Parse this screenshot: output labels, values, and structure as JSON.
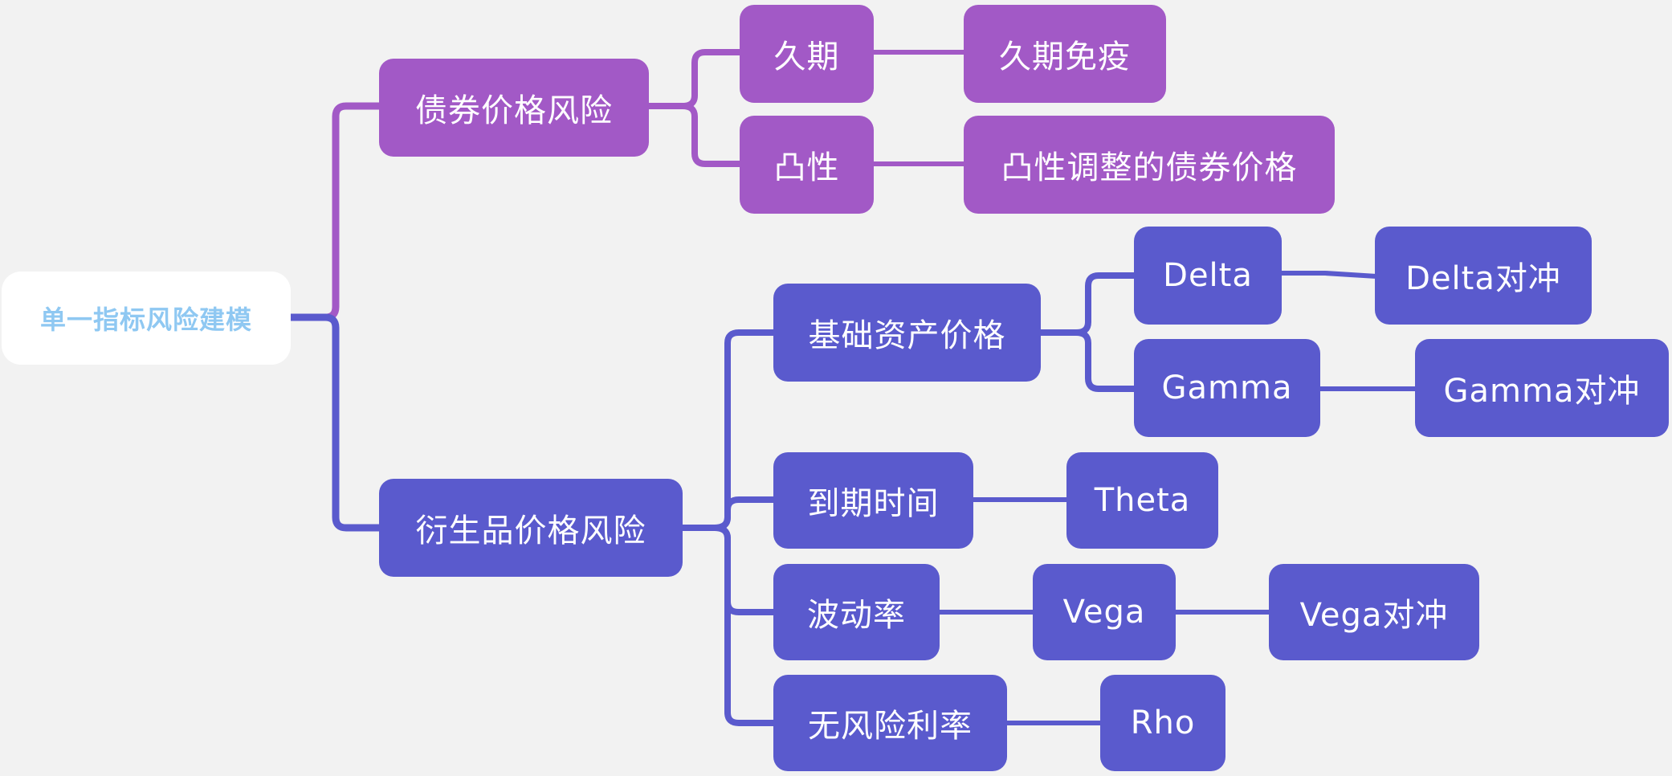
{
  "root": {
    "label": "单一指标风险建模"
  },
  "colors": {
    "background": "#f2f2f2",
    "root_fill": "#ffffff",
    "root_text": "#8fc8f2",
    "bond_branch": "#a259c6",
    "derivative_branch": "#5a5acd",
    "node_text": "#ffffff"
  },
  "bond": {
    "label": "债券价格风险",
    "children": [
      {
        "label": "久期",
        "child": "久期免疫"
      },
      {
        "label": "凸性",
        "child": "凸性调整的债券价格"
      }
    ]
  },
  "derivative": {
    "label": "衍生品价格风险",
    "underlying": {
      "label": "基础资产价格",
      "greeks": [
        {
          "label": "Delta",
          "hedge": "Delta对冲"
        },
        {
          "label": "Gamma",
          "hedge": "Gamma对冲"
        }
      ]
    },
    "maturity": {
      "label": "到期时间",
      "greek": "Theta"
    },
    "volatility": {
      "label": "波动率",
      "greek": "Vega",
      "hedge": "Vega对冲"
    },
    "rate": {
      "label": "无风险利率",
      "greek": "Rho"
    }
  }
}
